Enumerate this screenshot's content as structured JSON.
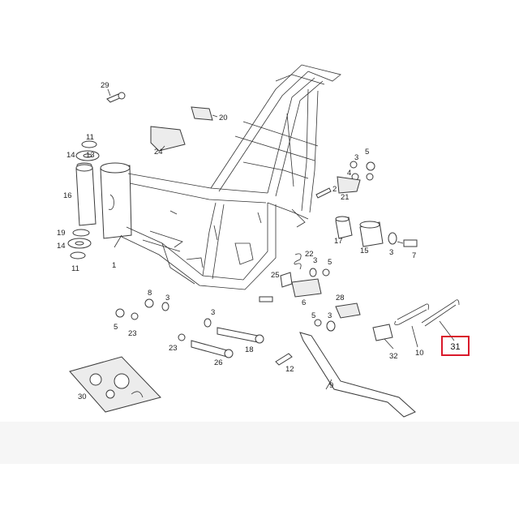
{
  "diagram": {
    "parts": [
      {
        "id": "p29",
        "num": "29"
      },
      {
        "id": "p20",
        "num": "20"
      },
      {
        "id": "p24",
        "num": "24"
      },
      {
        "id": "p11a",
        "num": "11"
      },
      {
        "id": "p14a",
        "num": "14"
      },
      {
        "id": "p13",
        "num": "13"
      },
      {
        "id": "p16",
        "num": "16"
      },
      {
        "id": "p19",
        "num": "19"
      },
      {
        "id": "p14b",
        "num": "14"
      },
      {
        "id": "p11b",
        "num": "11"
      },
      {
        "id": "p1",
        "num": "1"
      },
      {
        "id": "p3a",
        "num": "3"
      },
      {
        "id": "p5a",
        "num": "5"
      },
      {
        "id": "p4",
        "num": "4"
      },
      {
        "id": "p21",
        "num": "21"
      },
      {
        "id": "p2",
        "num": "2"
      },
      {
        "id": "p17",
        "num": "17"
      },
      {
        "id": "p15",
        "num": "15"
      },
      {
        "id": "p3b",
        "num": "3"
      },
      {
        "id": "p7",
        "num": "7"
      },
      {
        "id": "p22",
        "num": "22"
      },
      {
        "id": "p25",
        "num": "25"
      },
      {
        "id": "p3c",
        "num": "3"
      },
      {
        "id": "p5b",
        "num": "5"
      },
      {
        "id": "p6",
        "num": "6"
      },
      {
        "id": "p8",
        "num": "8"
      },
      {
        "id": "p3d",
        "num": "3"
      },
      {
        "id": "p5c",
        "num": "5"
      },
      {
        "id": "p23a",
        "num": "23"
      },
      {
        "id": "p3e",
        "num": "3"
      },
      {
        "id": "p23b",
        "num": "23"
      },
      {
        "id": "p18",
        "num": "18"
      },
      {
        "id": "p26",
        "num": "26"
      },
      {
        "id": "p28",
        "num": "28"
      },
      {
        "id": "p5d",
        "num": "5"
      },
      {
        "id": "p3f",
        "num": "3"
      },
      {
        "id": "p12",
        "num": "12"
      },
      {
        "id": "p9",
        "num": "9"
      },
      {
        "id": "p32",
        "num": "32"
      },
      {
        "id": "p10",
        "num": "10"
      },
      {
        "id": "p31",
        "num": "31"
      },
      {
        "id": "p30",
        "num": "30"
      }
    ],
    "highlight": {
      "num": "31",
      "color": "#d9192b"
    }
  }
}
